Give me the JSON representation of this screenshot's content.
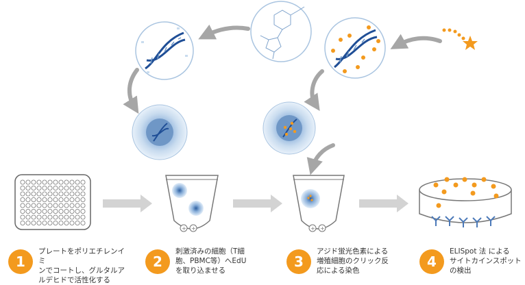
{
  "steps": [
    {
      "number": "1",
      "text": "プレートをポリエチレンイミ\nンでコートし、グルタルア\nルデヒドで活性化する"
    },
    {
      "number": "2",
      "text": "刺激済みの細胞（T細\n胞、PBMC等）へEdU\nを取り込ませる"
    },
    {
      "number": "3",
      "text": "アジド蛍光色素による\n増殖細胞のクリック反\n応による染色"
    },
    {
      "number": "4",
      "text": "ELISpot 法 による\nサイトカインスポット\nの検出"
    }
  ],
  "colors": {
    "accent": "#f39a1e",
    "dna_blue": "#1f4e96",
    "cell_blue": "#6f97c6",
    "arrow_gray": "#a6a6a6",
    "arrow_light": "#cfcfcf"
  }
}
